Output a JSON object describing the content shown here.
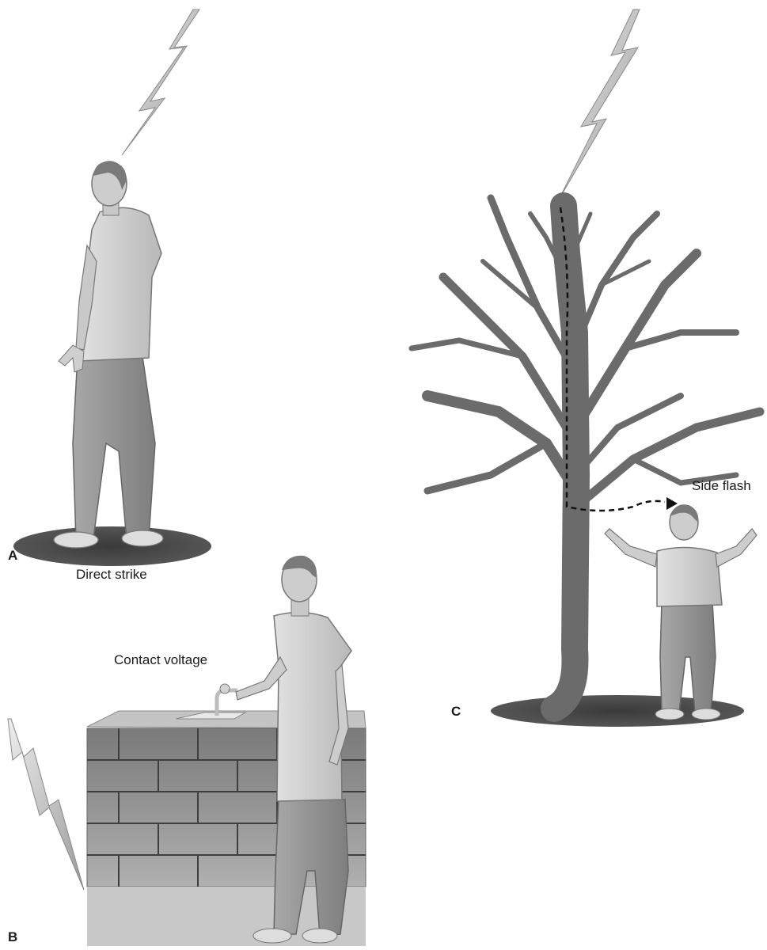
{
  "panels": {
    "a": {
      "letter": "A",
      "caption": "Direct strike"
    },
    "b": {
      "letter": "B",
      "caption": "Contact voltage"
    },
    "c": {
      "letter": "C",
      "caption": "Side flash"
    }
  },
  "colors": {
    "bolt_light": "#e4e4e4",
    "bolt_dark": "#9a9a9a",
    "shirt": "#d6d6d6",
    "pants": "#9a9a9a",
    "skin": "#c8c8c8",
    "hair": "#7a7a7a",
    "tree": "#6b6b6b",
    "wall": "#8e8e8e",
    "ground": "#4a4a4a"
  }
}
